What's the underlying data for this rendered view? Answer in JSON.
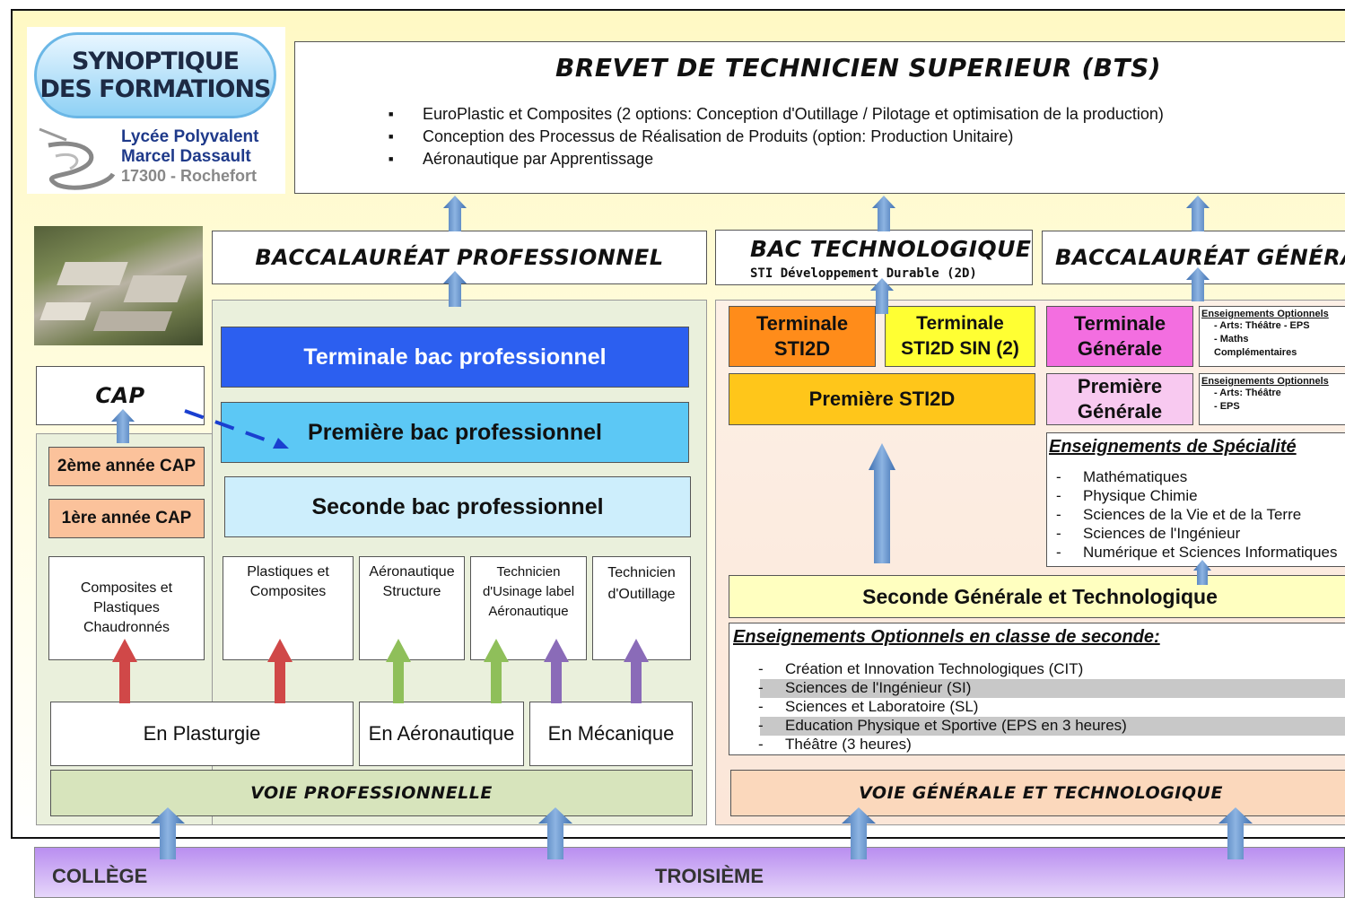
{
  "logo": {
    "title_line1": "SYNOPTIQUE",
    "title_line2": "DES FORMATIONS",
    "school_line1": "Lycée Polyvalent",
    "school_line2": "Marcel Dassault",
    "school_line3": "17300 - Rochefort"
  },
  "bts": {
    "title": "BREVET DE TECHNICIEN SUPERIEUR (BTS)",
    "items": [
      "EuroPlastic et Composites (2 options: Conception d'Outillage / Pilotage et optimisation de la production)",
      "Conception des Processus de Réalisation de Produits (option: Production Unitaire)",
      "Aéronautique par Apprentissage"
    ]
  },
  "pro": {
    "bac_title": "BACCALAURÉAT PROFESSIONNEL",
    "terminale": "Terminale bac professionnel",
    "premiere": "Première bac professionnel",
    "seconde": "Seconde bac professionnel",
    "cap_title": "CAP",
    "cap_year2": "2ème année CAP",
    "cap_year1": "1ère année CAP",
    "specialties": [
      "Composites et Plastiques Chaudronnés",
      "Plastiques et Composites",
      "Aéronautique Structure",
      "Technicien d'Usinage label Aéronautique",
      "Technicien d'Outillage"
    ],
    "domains": [
      "En Plasturgie",
      "En Aéronautique",
      "En Mécanique"
    ],
    "voie": "VOIE PROFESSIONNELLE"
  },
  "techno": {
    "title": "BAC TECHNOLOGIQUE",
    "subtitle": "STI Développement Durable (2D)",
    "terminale_sti2d": "Terminale STI2D",
    "terminale_sin": "Terminale STI2D SIN (2)",
    "premiere": "Première STI2D"
  },
  "generale": {
    "title": "BACCALAURÉAT GÉNÉRAL",
    "terminale": "Terminale Générale",
    "premiere": "Première Générale",
    "opt_title": "Enseignements Optionnels",
    "opt_terminale": [
      "- Arts: Théâtre - EPS",
      "- Maths Complémentaires"
    ],
    "opt_premiere": [
      "- Arts: Théâtre",
      "- EPS"
    ],
    "spec_title": "Enseignements de Spécialité",
    "spec_items": [
      "Mathématiques",
      "Physique Chimie",
      "Sciences de la Vie et de la Terre",
      "Sciences de l'Ingénieur",
      "Numérique et Sciences Informatiques"
    ]
  },
  "seconde_gt": {
    "title": "Seconde Générale et Technologique",
    "opt_title": "Enseignements Optionnels en classe de seconde:",
    "opt_items": [
      "Création et Innovation Technologiques (CIT)",
      "Sciences de l'Ingénieur (SI)",
      "Sciences et Laboratoire (SL)",
      "Education Physique et Sportive (EPS en 3 heures)",
      "Théâtre (3 heures)"
    ],
    "voie": "VOIE GÉNÉRALE ET TECHNOLOGIQUE"
  },
  "college": {
    "label": "COLLÈGE",
    "level": "TROISIÈME"
  },
  "colors": {
    "arrow_blue": "#5b8ec9",
    "arrow_red": "#d04848",
    "arrow_green": "#8fbf5a",
    "arrow_purple": "#8a6bb8",
    "terminale_pro": "#2c5ff0",
    "premiere_pro": "#5cc8f5",
    "seconde_pro": "#cdeefc",
    "sti2d_orange": "#ff8c1a",
    "sin_yellow": "#ffff33",
    "premiere_sti2d": "#ffc61a",
    "generale_pink": "#f36ee0",
    "premiere_generale": "#f8c9f0",
    "college_purple": "#c79cf2"
  }
}
